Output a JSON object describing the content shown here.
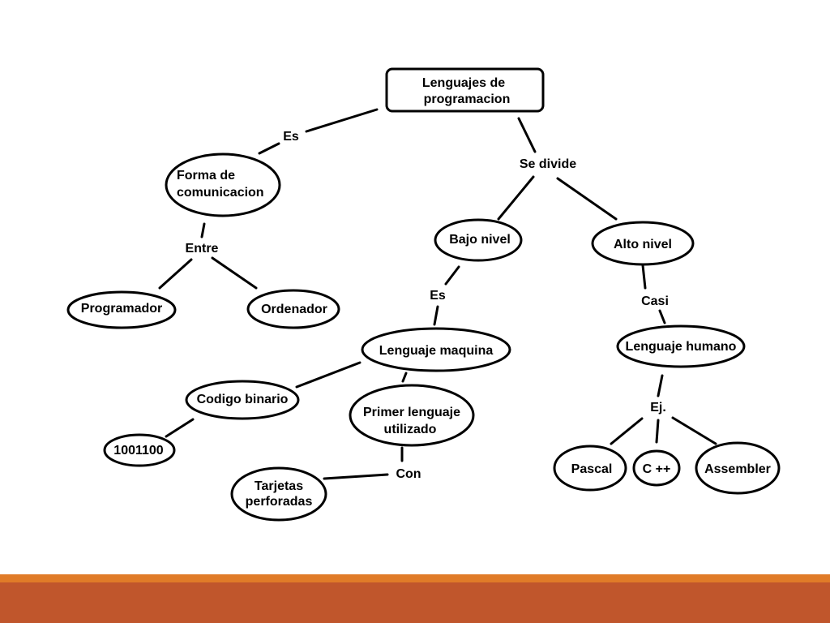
{
  "diagram": {
    "root": "Lenguajes de programacion",
    "root_lines": [
      "Lenguajes de",
      "programacion"
    ],
    "nodes": {
      "forma": [
        "Forma de",
        "comunicacion"
      ],
      "programador": "Programador",
      "ordenador": "Ordenador",
      "bajo": "Bajo nivel",
      "alto": "Alto nivel",
      "maquina": "Lenguaje maquina",
      "humano": "Lenguaje humano",
      "binario": "Codigo binario",
      "numero": "1001100",
      "primer": [
        "Primer lenguaje",
        "utilizado"
      ],
      "tarjetas": [
        "Tarjetas",
        "perforadas"
      ],
      "pascal": "Pascal",
      "cpp": "C ++",
      "assembler": "Assembler"
    },
    "links": {
      "es1": "Es",
      "entre": "Entre",
      "divide": "Se divide",
      "es2": "Es",
      "casi": "Casi",
      "con": "Con",
      "ej": "Ej."
    }
  },
  "colors": {
    "background": "#ffffff",
    "stroke": "#000000",
    "stripe_light": "#e07b28",
    "stripe_dark": "#c0562c"
  }
}
